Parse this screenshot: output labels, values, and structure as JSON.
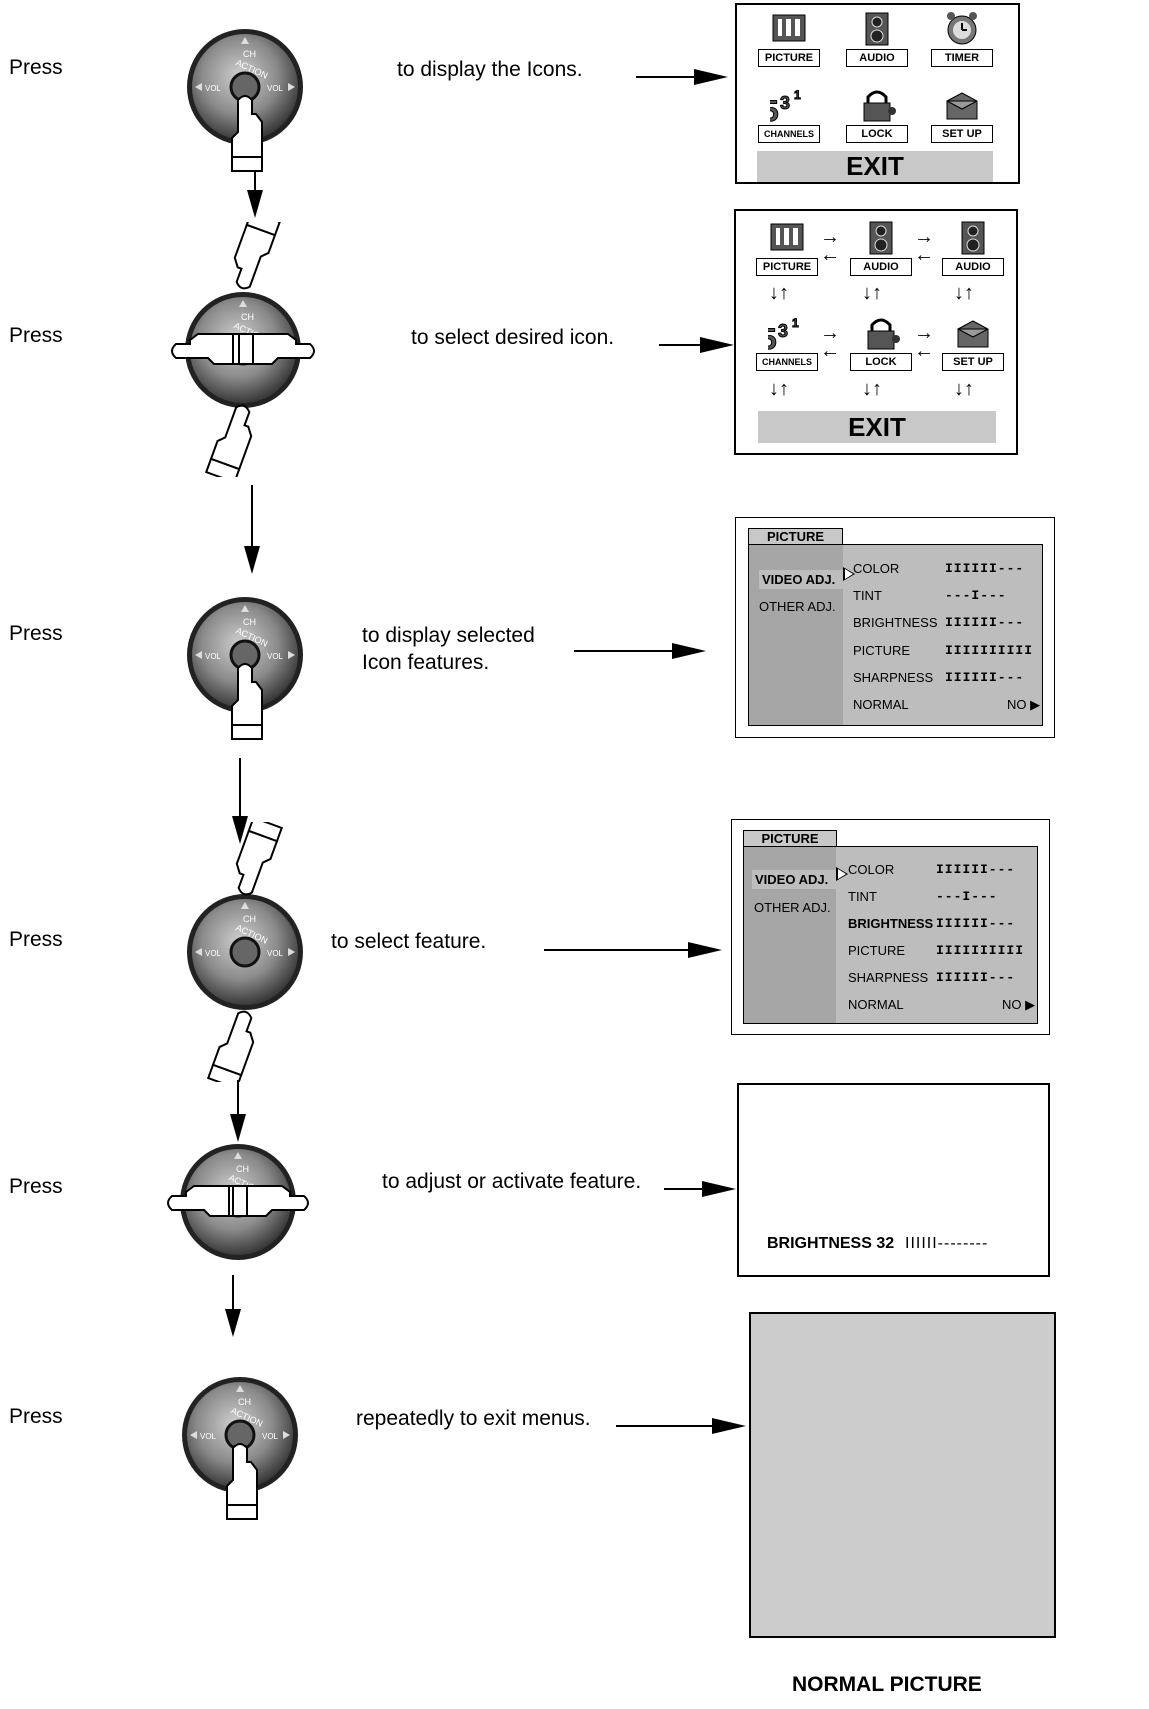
{
  "steps": [
    {
      "press": "Press",
      "text": "to display the Icons."
    },
    {
      "press": "Press",
      "text": "to select desired icon."
    },
    {
      "press": "Press",
      "text": "to display selected Icon features."
    },
    {
      "press": "Press",
      "text": "to select feature."
    },
    {
      "press": "Press",
      "text": "to adjust or activate feature."
    },
    {
      "press": "Press",
      "text": "repeatedly to exit menus."
    }
  ],
  "remote": {
    "ch": "CH",
    "action": "ACTION",
    "vol": "VOL"
  },
  "icon_menu_1": {
    "icons": [
      "PICTURE",
      "AUDIO",
      "TIMER",
      "CHANNELS",
      "LOCK",
      "SET UP"
    ],
    "exit": "EXIT"
  },
  "icon_menu_2": {
    "icons": [
      "PICTURE",
      "AUDIO",
      "AUDIO",
      "CHANNELS",
      "LOCK",
      "SET UP"
    ],
    "exit": "EXIT"
  },
  "picture_menu": {
    "tab": "PICTURE",
    "side": [
      "VIDEO ADJ.",
      "OTHER ADJ."
    ],
    "rows": [
      {
        "label": "COLOR",
        "value": "IIIIII---"
      },
      {
        "label": "TINT",
        "value": "---I---"
      },
      {
        "label": "BRIGHTNESS",
        "value": "IIIIII---"
      },
      {
        "label": "PICTURE",
        "value": "IIIIIIIIII"
      },
      {
        "label": "SHARPNESS",
        "value": "IIIIII---"
      },
      {
        "label": "NORMAL",
        "value": "NO ▶"
      }
    ]
  },
  "adjust_screen": {
    "text": "BRIGHTNESS 32",
    "bar": "IIIIII--------"
  },
  "normal_picture": {
    "caption": "NORMAL PICTURE",
    "color": "#cccccc"
  }
}
